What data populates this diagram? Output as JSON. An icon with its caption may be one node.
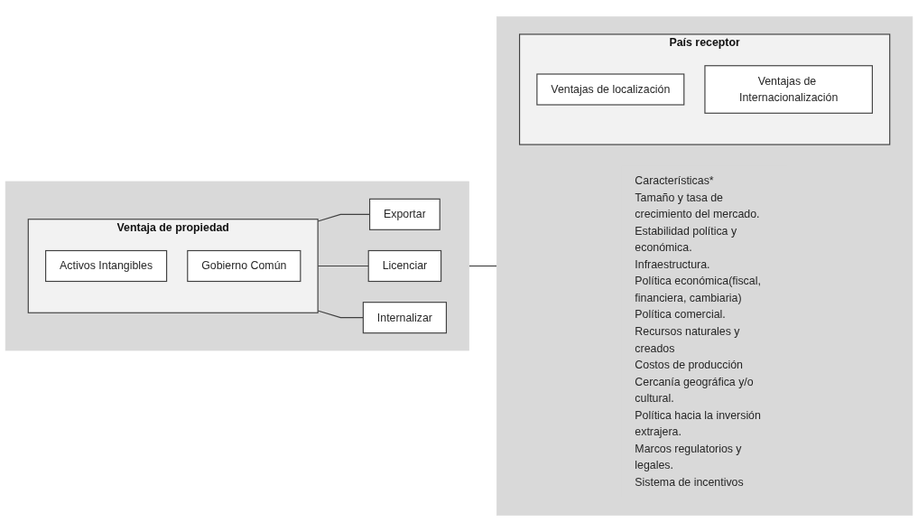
{
  "diagram": {
    "nodes": [
      {
        "text": [],
        "shape": "box"
      },
      {
        "text": [
          "Ventaja de propiedad"
        ],
        "in": 0
      },
      {
        "text": [
          "Activos Intangibles"
        ],
        "in": 1
      },
      {
        "text": [
          "Gobierno Común"
        ],
        "in": 1
      },
      {
        "text": [
          "Exportar"
        ],
        "in": 0
      },
      {
        "text": [
          "Licenciar"
        ],
        "in": 0
      },
      {
        "text": [
          "Internalizar"
        ],
        "in": 0
      },
      {
        "text": [
          "Características*",
          "Tamaño y tasa de crecimiento del mercado.",
          "Estabilidad política y económica.",
          "Infraestructura.",
          "Política económica(fiscal, financiera, cambiaria)",
          "Política comercial.",
          "Recursos naturales y creados",
          "Costos de producción",
          "Cercanía geográfica y/o cultural.",
          "Política hacia la inversión extrajera.",
          "Marcos regulatorios y legales.",
          "Sistema de incentivos"
        ]
      },
      {
        "text": [
          "País receptor"
        ],
        "in": 7
      },
      {
        "text": [
          "Ventajas de localización"
        ],
        "in": 8
      },
      {
        "text": [
          "Ventajas de Internacionalización"
        ],
        "in": 8
      }
    ],
    "edges": [
      {
        "from": 1,
        "to": 4,
        "arrow": "none"
      },
      {
        "from": 1,
        "to": 5,
        "arrow": "none"
      },
      {
        "from": 1,
        "to": 6,
        "arrow": "none"
      },
      {
        "from": 0,
        "to": 7,
        "arrow": "none"
      }
    ]
  }
}
